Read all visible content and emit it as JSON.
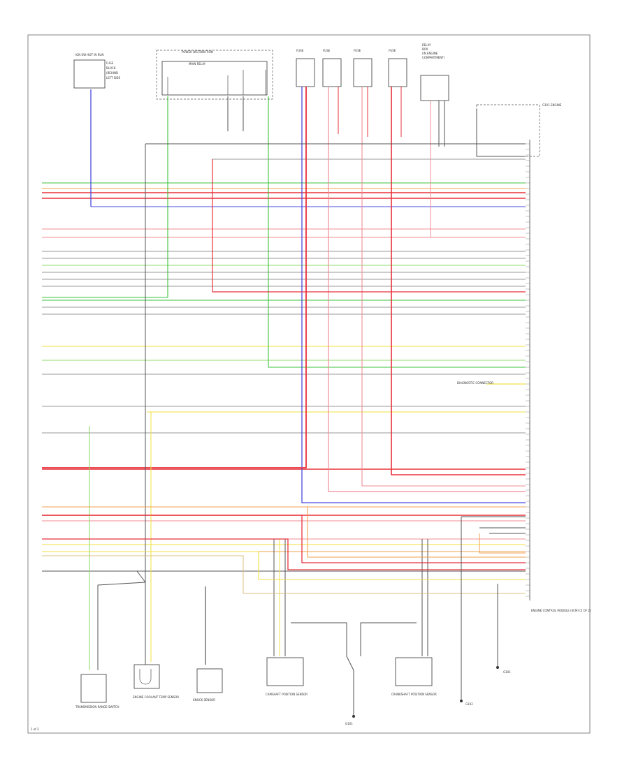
{
  "colors": {
    "blue": "#4a4adf",
    "red": "#e8323c",
    "pink": "#f08c96",
    "green": "#3cc23c",
    "lightgreen": "#8fdc6c",
    "orange": "#f0a050",
    "yellow": "#f0e040",
    "gray": "#9a9a9a",
    "darkgray": "#555555",
    "tan": "#d8c080",
    "black": "#222222"
  },
  "ecu": {
    "label": "ENGINE CONTROL MODULE (ECM) (2 OF 2)"
  },
  "components": {
    "ignition": "IGN SW HOT IN RUN",
    "main_relay": "MAIN RELAY",
    "fuse1": "FUSE",
    "fuse2": "FUSE",
    "fuse3": "FUSE",
    "fuse4": "FUSE",
    "power_dist": "POWER DISTRIBUTION",
    "ground_top": "G101 ENGINE",
    "ground_mid": "G101",
    "ground_bot1": "G101",
    "ground_bot2": "G102",
    "sensor1": "TRANSMISSION RANGE SWITCH",
    "sensor2": "ENGINE COOLANT TEMP SENSOR",
    "sensor3": "KNOCK SENSOR",
    "sensor4": "CAMSHAFT POSITION SENSOR",
    "sensor5": "CRANKSHAFT POSITION SENSOR",
    "diag_label": "DIAGNOSTIC CONNECTOR"
  },
  "footer": {
    "code": "1 of 2"
  }
}
